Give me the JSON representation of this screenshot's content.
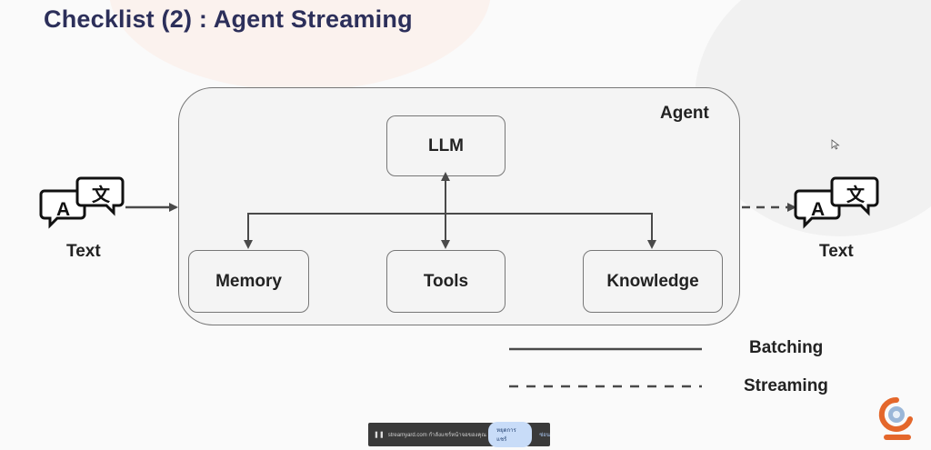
{
  "title": "Checklist (2) : Agent Streaming",
  "agent": {
    "label": "Agent",
    "nodes": {
      "llm": "LLM",
      "memory": "Memory",
      "tools": "Tools",
      "knowledge": "Knowledge"
    }
  },
  "input": {
    "icon": "translate-icon",
    "label": "Text"
  },
  "output": {
    "icon": "translate-icon",
    "label": "Text"
  },
  "legend": {
    "batching": "Batching",
    "streaming": "Streaming"
  },
  "share_bar": {
    "text": "streamyard.com กำลังแชร์หน้าจอของคุณ",
    "stop_button": "หยุดการแชร์",
    "hide": "ซ่อน"
  },
  "colors": {
    "title": "#2c2f5a",
    "line": "#4a4a4a",
    "logo": "#e4672b"
  }
}
